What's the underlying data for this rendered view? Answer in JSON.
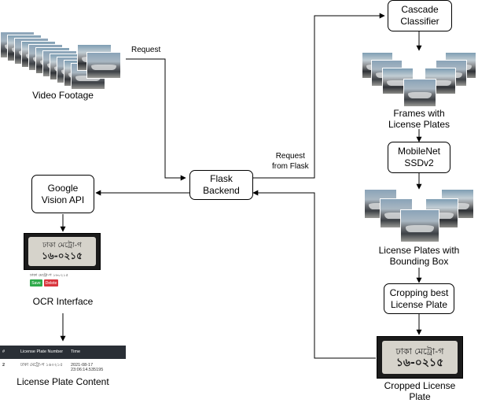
{
  "nodes": {
    "cascade": "Cascade\nClassifier",
    "flask": "Flask\nBackend",
    "google": "Google\nVision API",
    "mobilenet": "MobileNet\nSSDv2",
    "cropping": "Cropping best\nLicense Plate"
  },
  "labels": {
    "video_footage": "Video Footage",
    "request": "Request",
    "request_from_flask": "Request\nfrom Flask",
    "frames_with_plates": "Frames with\nLicense Plates",
    "plates_with_bbox": "License Plates with\nBounding Box",
    "cropped_plate": "Cropped License\nPlate",
    "ocr_interface": "OCR Interface",
    "plate_content": "License Plate Content"
  },
  "ocr_ui": {
    "plate_text_line1": "ঢাকা মেট্রো-গ",
    "plate_text_line2": "১৬-০২১৫",
    "recognized_text": "ঢাকা মেট্রো-গ ১৬০২১৫",
    "save_button": "Save",
    "delete_button": "Delete",
    "save_color": "#2eaa4a",
    "delete_color": "#d9363e"
  },
  "results_table": {
    "headers": [
      "#",
      "License Plate Number",
      "Time"
    ],
    "rows": [
      [
        "2",
        "ঢাকা মেট্রো-গ ১৬০২১৫",
        "2021-08-17 23:06:14.535195"
      ]
    ]
  },
  "cropped_plate_text": {
    "line1": "ঢাকা মেট্রো-গ",
    "line2": "১৬-০২১৫"
  }
}
